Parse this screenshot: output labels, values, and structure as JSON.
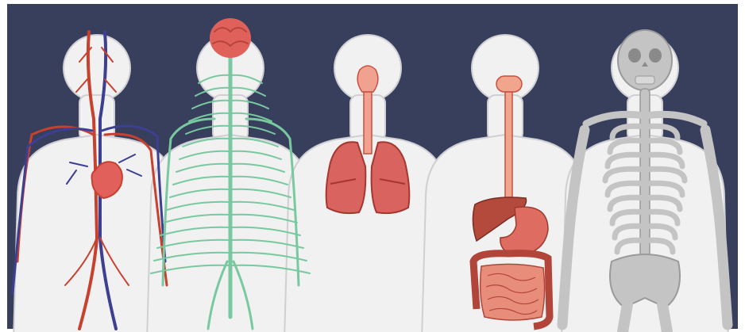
{
  "illustration": {
    "panels": [
      {
        "id": "circulatory",
        "icon": "circulatory-system-icon"
      },
      {
        "id": "nervous",
        "icon": "nervous-system-icon"
      },
      {
        "id": "respiratory",
        "icon": "respiratory-system-icon"
      },
      {
        "id": "digestive",
        "icon": "digestive-system-icon"
      },
      {
        "id": "skeletal",
        "icon": "skeletal-system-icon"
      }
    ]
  },
  "colors": {
    "background": "#373f5d",
    "frame": "#ffffff",
    "body": "#f1f1f1",
    "body_shadow": "#cfcfd4",
    "artery": "#c8412f",
    "vein": "#3d3f91",
    "heart": "#e2605c",
    "nerve": "#79c9a0",
    "brain": "#e0615a",
    "lung": "#d9635f",
    "lung_dark": "#a6372f",
    "trachea": "#f1a190",
    "esophagus": "#f0a58c",
    "liver": "#b34a3c",
    "stomach": "#de6c60",
    "intestine": "#e98d7b",
    "intestine_outline": "#b1453a",
    "bone": "#c4c4c4",
    "bone_dark": "#9a9a9a"
  }
}
